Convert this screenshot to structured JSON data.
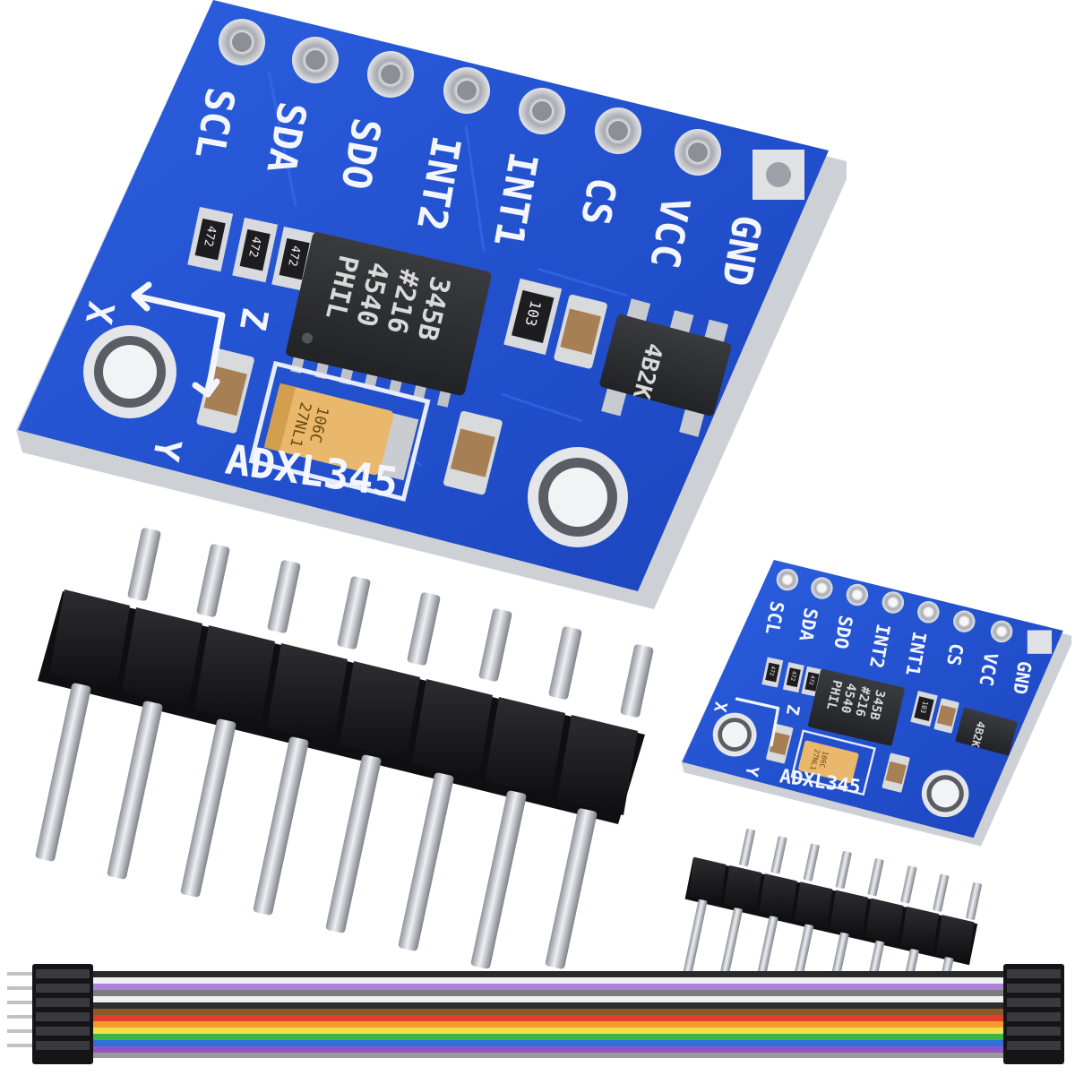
{
  "colors": {
    "pcb_blue": "#1f4fd1",
    "pcb_edge": "#cfd3d8",
    "header_black": "#1b1b1d",
    "pin_silver": "#c8cbd0",
    "capacitor_tan": "#e8b86b"
  },
  "board_large": {
    "pin_labels": [
      "SCL",
      "SDA",
      "SDO",
      "INT2",
      "INT1",
      "CS",
      "VCC",
      "GND"
    ],
    "chip_lines": [
      "345B",
      "#216",
      "4540",
      "PHIL"
    ],
    "resistor_labels": [
      "472",
      "472",
      "472"
    ],
    "resistor_103": "103",
    "regulator_label": "4B2K",
    "capacitor_lines": [
      "106C",
      "27NL1"
    ],
    "axis_labels": {
      "x": "X",
      "y": "Y",
      "z": "Z"
    },
    "board_name": "ADXL345"
  },
  "board_small": {
    "pin_labels": [
      "SCL",
      "SDA",
      "SDO",
      "INT2",
      "INT1",
      "CS",
      "VCC",
      "GND"
    ],
    "chip_lines": [
      "345B",
      "#216",
      "4540",
      "PHIL"
    ],
    "resistor_labels": [
      "472",
      "472",
      "472"
    ],
    "resistor_103": "103",
    "regulator_label": "4B2K",
    "capacitor_lines": [
      "106C",
      "27NL1"
    ],
    "axis_labels": {
      "x": "X",
      "y": "Y",
      "z": "Z"
    },
    "board_name": "ADXL345"
  }
}
